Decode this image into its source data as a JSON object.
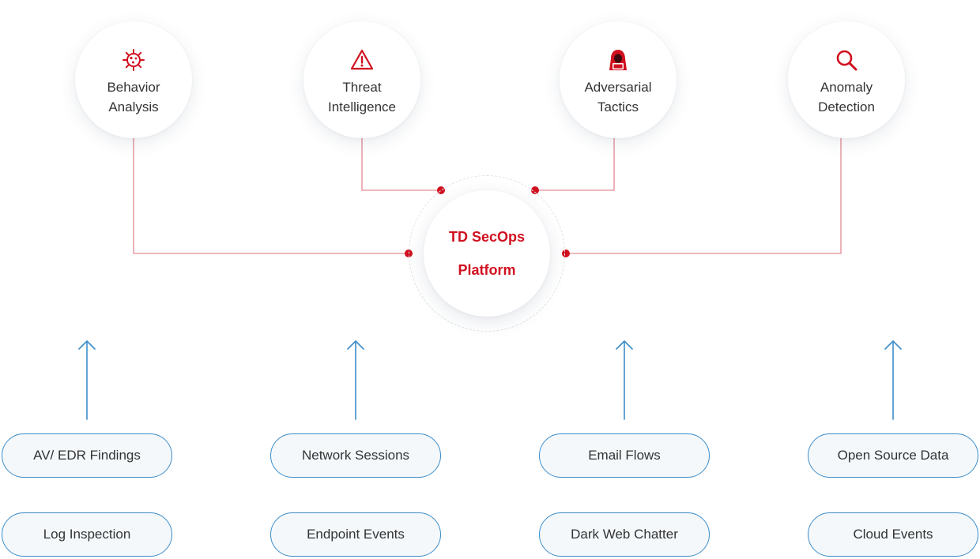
{
  "hub": {
    "line1": "TD SecOps",
    "line2": "Platform"
  },
  "capabilities": [
    {
      "label": "Behavior\nAnalysis",
      "icon": "virus-icon"
    },
    {
      "label": "Threat\nIntelligence",
      "icon": "warning-triangle-icon"
    },
    {
      "label": "Adversarial\nTactics",
      "icon": "hooded-hacker-icon"
    },
    {
      "label": "Anomaly\nDetection",
      "icon": "magnifier-icon"
    }
  ],
  "sources": {
    "row1": [
      "AV/ EDR Findings",
      "Network Sessions",
      "Email Flows",
      "Open Source Data"
    ],
    "row2": [
      "Log Inspection",
      "Endpoint Events",
      "Dark Web Chatter",
      "Cloud Events"
    ]
  },
  "colors": {
    "accent_red": "#d0101f",
    "connector_red": "#e8a0a6",
    "arrow_blue": "#3d8dc9",
    "pill_fill": "#f4f8fb",
    "text": "#333333"
  }
}
